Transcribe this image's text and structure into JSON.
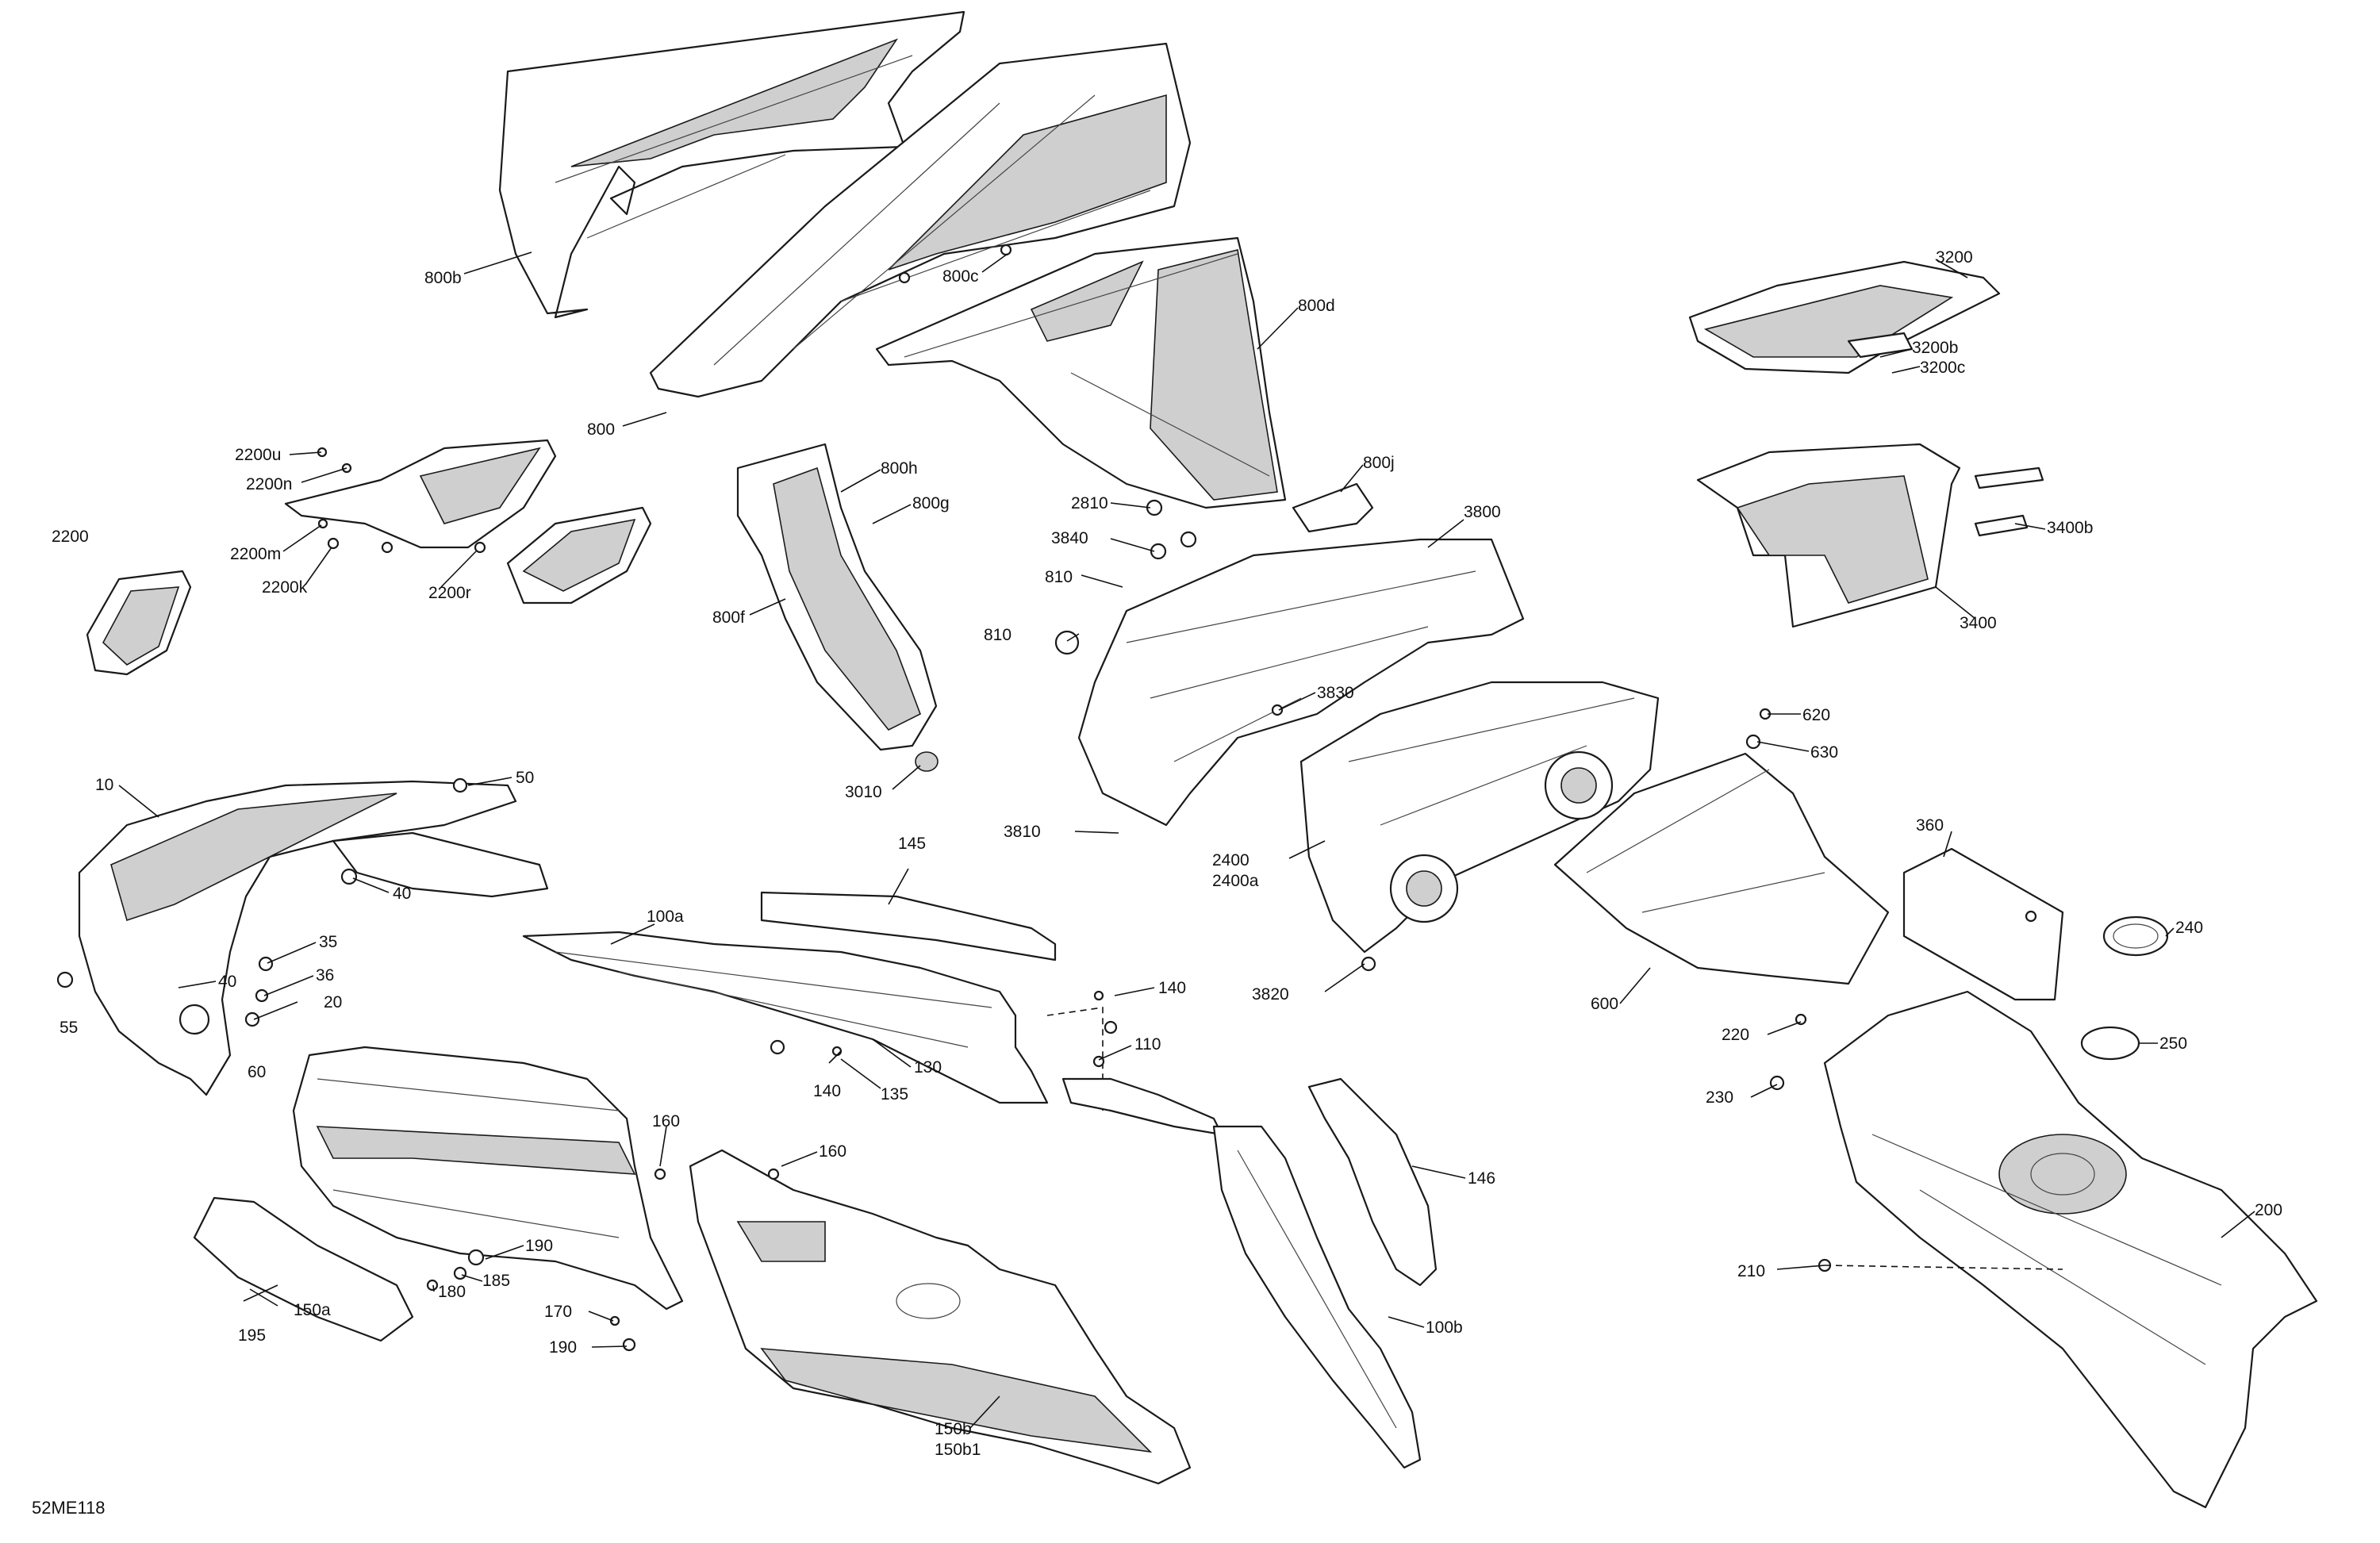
{
  "diagram_ref": "52ME118",
  "callouts": [
    {
      "id": "800b",
      "text": "800b"
    },
    {
      "id": "800c",
      "text": "800c"
    },
    {
      "id": "800d",
      "text": "800d"
    },
    {
      "id": "800",
      "text": "800"
    },
    {
      "id": "800h",
      "text": "800h"
    },
    {
      "id": "800g",
      "text": "800g"
    },
    {
      "id": "800j",
      "text": "800j"
    },
    {
      "id": "800f",
      "text": "800f"
    },
    {
      "id": "3010",
      "text": "3010"
    },
    {
      "id": "2200u",
      "text": "2200u"
    },
    {
      "id": "2200n",
      "text": "2200n"
    },
    {
      "id": "2200",
      "text": "2200"
    },
    {
      "id": "2200m",
      "text": "2200m"
    },
    {
      "id": "2200k",
      "text": "2200k"
    },
    {
      "id": "2200r",
      "text": "2200r"
    },
    {
      "id": "2810",
      "text": "2810"
    },
    {
      "id": "3840",
      "text": "3840"
    },
    {
      "id": "810a",
      "text": "810"
    },
    {
      "id": "810b",
      "text": "810"
    },
    {
      "id": "3800",
      "text": "3800"
    },
    {
      "id": "3830",
      "text": "3830"
    },
    {
      "id": "3810",
      "text": "3810"
    },
    {
      "id": "2400",
      "text": "2400"
    },
    {
      "id": "2400a",
      "text": "2400a"
    },
    {
      "id": "3820",
      "text": "3820"
    },
    {
      "id": "3200",
      "text": "3200"
    },
    {
      "id": "3200b",
      "text": "3200b"
    },
    {
      "id": "3200c",
      "text": "3200c"
    },
    {
      "id": "3400b",
      "text": "3400b"
    },
    {
      "id": "3400",
      "text": "3400"
    },
    {
      "id": "620",
      "text": "620"
    },
    {
      "id": "630",
      "text": "630"
    },
    {
      "id": "600",
      "text": "600"
    },
    {
      "id": "360",
      "text": "360"
    },
    {
      "id": "240",
      "text": "240"
    },
    {
      "id": "250",
      "text": "250"
    },
    {
      "id": "220",
      "text": "220"
    },
    {
      "id": "230",
      "text": "230"
    },
    {
      "id": "200",
      "text": "200"
    },
    {
      "id": "210",
      "text": "210"
    },
    {
      "id": "10",
      "text": "10"
    },
    {
      "id": "50",
      "text": "50"
    },
    {
      "id": "40a",
      "text": "40"
    },
    {
      "id": "35",
      "text": "35"
    },
    {
      "id": "36",
      "text": "36"
    },
    {
      "id": "40b",
      "text": "40"
    },
    {
      "id": "20",
      "text": "20"
    },
    {
      "id": "55",
      "text": "55"
    },
    {
      "id": "60",
      "text": "60"
    },
    {
      "id": "145",
      "text": "145"
    },
    {
      "id": "100a",
      "text": "100a"
    },
    {
      "id": "140a",
      "text": "140"
    },
    {
      "id": "140b",
      "text": "140"
    },
    {
      "id": "130",
      "text": "130"
    },
    {
      "id": "135",
      "text": "135"
    },
    {
      "id": "110",
      "text": "110"
    },
    {
      "id": "160a",
      "text": "160"
    },
    {
      "id": "160b",
      "text": "160"
    },
    {
      "id": "150a",
      "text": "150a"
    },
    {
      "id": "190a",
      "text": "190"
    },
    {
      "id": "185",
      "text": "185"
    },
    {
      "id": "180",
      "text": "180"
    },
    {
      "id": "170",
      "text": "170"
    },
    {
      "id": "190b",
      "text": "190"
    },
    {
      "id": "195",
      "text": "195"
    },
    {
      "id": "146",
      "text": "146"
    },
    {
      "id": "100b",
      "text": "100b"
    },
    {
      "id": "150b",
      "text": "150b"
    },
    {
      "id": "150b1",
      "text": "150b1"
    }
  ]
}
